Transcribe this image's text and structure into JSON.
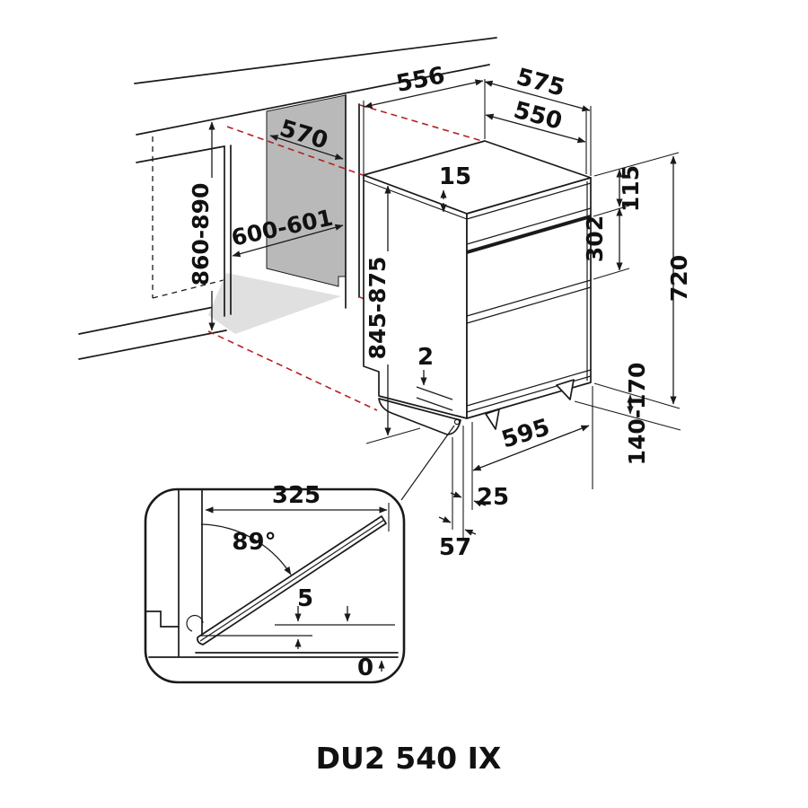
{
  "product": {
    "model": "DU2 540 IX"
  },
  "colors": {
    "line": "#1a1a1a",
    "projection_red": "#b22222",
    "niche_wall_gray": "#b9b9b9",
    "niche_floor_gray": "#e0e0e0"
  },
  "dimensions": {
    "niche_depth": "570",
    "niche_width": "600-601",
    "niche_height": "860-890",
    "counter_to_back": "556",
    "depth_total": "575",
    "depth_cavity": "550",
    "top_gap": "15",
    "control_panel_height": "115",
    "upper_section_height": "302",
    "oven_height": "720",
    "install_height": "845-875",
    "bottom_gap": "2",
    "oven_width": "595",
    "plinth_height": "140-170",
    "front_offset_small": "25",
    "front_offset_large": "57"
  },
  "detail": {
    "door_open_depth": "325",
    "door_open_angle": "89°",
    "door_floor_gap": "5",
    "floor_level": "0"
  }
}
